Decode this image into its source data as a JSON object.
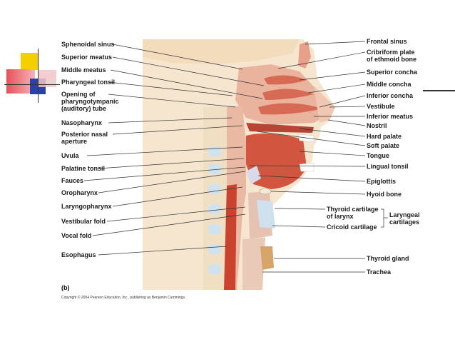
{
  "figure": {
    "panel_letter": "(b)",
    "copyright": "Copyright © 2004 Pearson Education, Inc., publishing as Benjamin Cummings."
  },
  "labels_left": [
    "Sphenoidal sinus",
    "Superior meatus",
    "Middle meatus",
    "Pharyngeal tonsil",
    "Opening of",
    "pharyngotympanic",
    "(auditory) tube",
    "Nasopharynx",
    "Posterior nasal",
    "aperture",
    "Uvula",
    "Palatine tonsil",
    "Fauces",
    "Oropharynx",
    "Laryngopharynx",
    "Vestibular fold",
    "Vocal fold",
    "Esophagus"
  ],
  "labels_right": [
    "Frontal sinus",
    "Cribriform plate",
    "of ethmoid bone",
    "Superior concha",
    "Middle concha",
    "Inferior concha",
    "Vestibule",
    "Inferior meatus",
    "Nostril",
    "Hard palate",
    "Soft palate",
    "Tongue",
    "Lingual tonsil",
    "Epiglottis",
    "Hyoid bone",
    "Thyroid cartilage",
    "of larynx",
    "Cricoid cartilage",
    "Laryngeal",
    "cartilages",
    "Thyroid gland",
    "Trachea"
  ],
  "colors": {
    "accent_yellow": "#f5d000",
    "accent_red": "#e8505a",
    "accent_blue": "#2a3fb0",
    "skin": "#f6e6cf",
    "flesh": "#e8a08a",
    "muscle": "#d2553f"
  }
}
